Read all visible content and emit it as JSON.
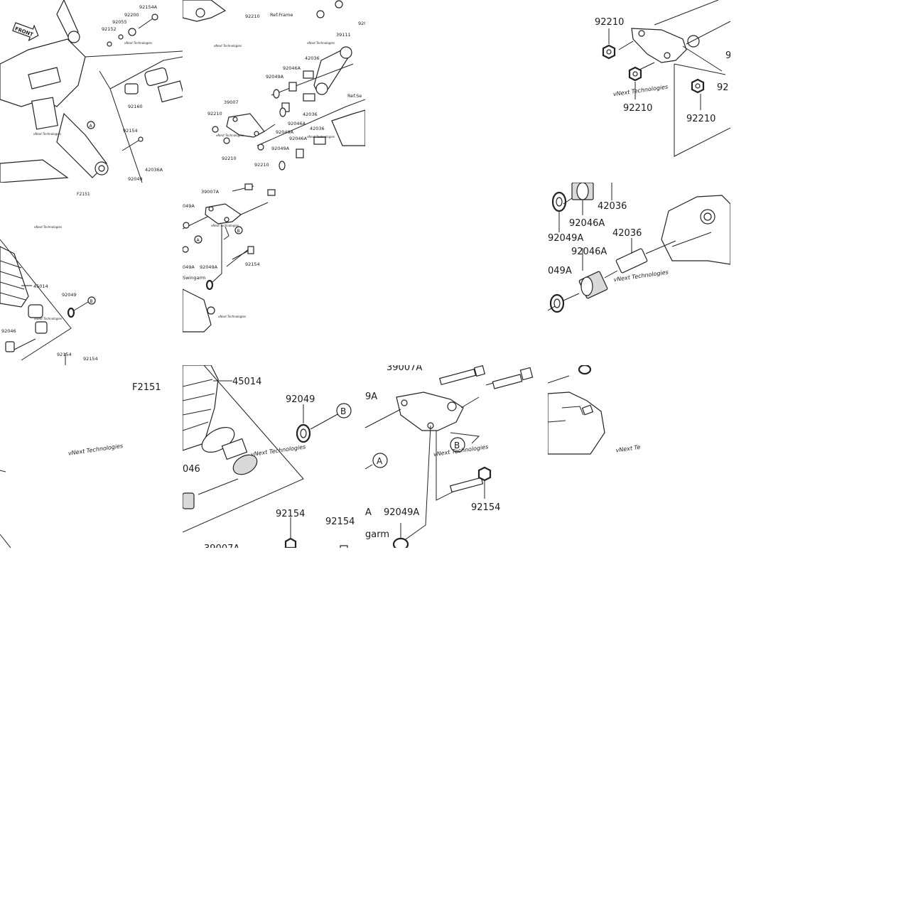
{
  "diagram": {
    "figure_code": "F2151",
    "front_label": "FRONT",
    "watermark": "vNext Technologies",
    "parts": {
      "p92154A": "92154A",
      "p92200": "92200",
      "p92055": "92055",
      "p92152": "92152",
      "p92160": "92160",
      "p92154": "92154",
      "p42036A": "42036A",
      "p92049": "92049",
      "p45014": "45014",
      "p92046": "92046",
      "p92210": "92210",
      "p39111": "39111",
      "p42036": "42036",
      "p92049A": "92049A",
      "p92046A": "92046A",
      "p39007": "39007",
      "p39007A": "39007A"
    },
    "refs": {
      "frame": "Ref.Frame",
      "swingarm": "Ref.Swingarm",
      "ref_short": "Ref.Se",
      "swingarm_partial": "Swingarm",
      "garm": "garm"
    },
    "callouts": {
      "a": "A",
      "b": "B"
    },
    "partial": {
      "p9201": "920",
      "p92": "92",
      "p9A": "9A",
      "p049A": "049A",
      "p046": "046",
      "p39007A_cut": "39007A",
      "p92154_cut": "92154",
      "p9215": "92154"
    }
  }
}
